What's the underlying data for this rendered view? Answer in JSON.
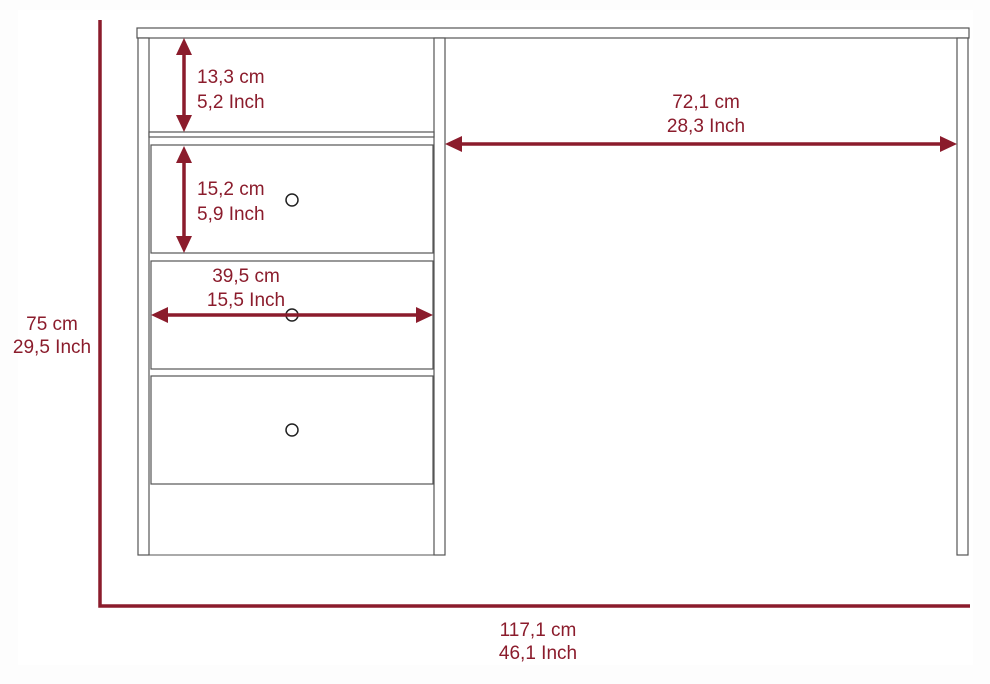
{
  "accent_color": "#8b1c2c",
  "dimensions": {
    "height": {
      "cm": "75 cm",
      "inch": "29,5 Inch"
    },
    "width": {
      "cm": "117,1 cm",
      "inch": "46,1 Inch"
    },
    "knee_space": {
      "cm": "72,1 cm",
      "inch": "28,3 Inch"
    },
    "shelf_height": {
      "cm": "13,3 cm",
      "inch": "5,2 Inch"
    },
    "drawer_height": {
      "cm": "15,2 cm",
      "inch": "5,9 Inch"
    },
    "drawer_width": {
      "cm": "39,5 cm",
      "inch": "15,5 Inch"
    }
  }
}
